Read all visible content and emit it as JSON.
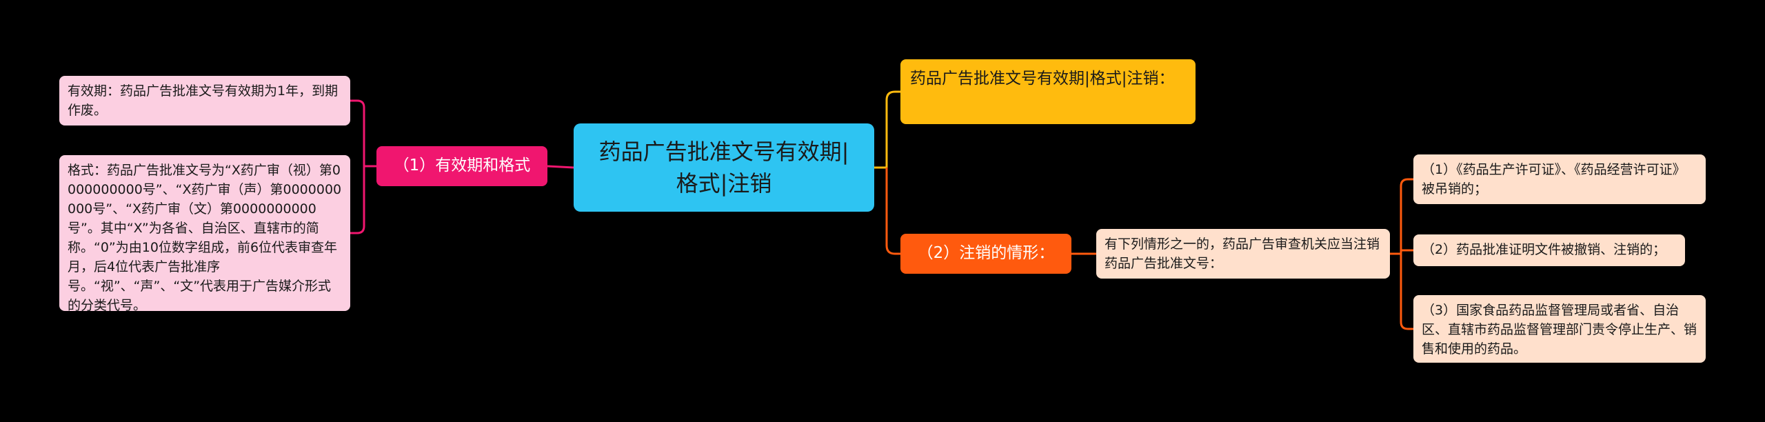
{
  "root": {
    "title": "药品广告批准文号有效期|格式|注销",
    "color": "#2EC4F2"
  },
  "branches": {
    "validity_format": {
      "label": "（1）有效期和格式",
      "color": "#F0166F",
      "children": [
        "有效期：药品广告批准文号有效期为1年，到期作废。",
        "格式：药品广告批准文号为“X药广审（视）第0000000000号”、“X药广审（声）第0000000000号”、“X药广审（文）第0000000000号”。其中“X”为各省、自治区、直辖市的简称。“0”为由10位数字组成，前6位代表审查年月，后4位代表广告批准序号。“视”、“声”、“文”代表用于广告媒介形式的分类代号。"
      ]
    },
    "title_node": {
      "label": "药品广告批准文号有效期|格式|注销：",
      "color": "#FFBB0E"
    },
    "cancel": {
      "label": "（2）注销的情形：",
      "color": "#FF5A0E",
      "detail": "有下列情形之一的，药品广告审查机关应当注销药品广告批准文号：",
      "children": [
        "（1）《药品生产许可证》、《药品经营许可证》被吊销的；",
        "（2）药品批准证明文件被撤销、注销的；",
        "（3）国家食品药品监督管理局或者省、自治区、直辖市药品监督管理部门责令停止生产、销售和使用的药品。"
      ]
    }
  },
  "colors": {
    "background": "#000000",
    "pink_leaf": "#FCCFE1",
    "peach_leaf": "#FFE0CC",
    "link_root_right": "#FFBB0E",
    "link_cancel": "#FF5A0E",
    "link_left": "#F0166F"
  }
}
